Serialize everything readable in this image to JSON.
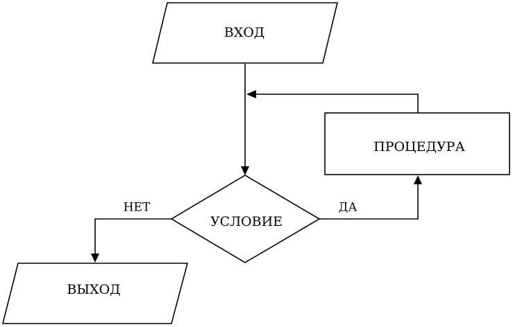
{
  "diagram": {
    "type": "flowchart",
    "nodes": {
      "input": {
        "shape": "parallelogram",
        "label": "ВХОД"
      },
      "condition": {
        "shape": "diamond",
        "label": "УСЛОВИЕ"
      },
      "procedure": {
        "shape": "rectangle",
        "label": "ПРОЦЕДУРА"
      },
      "output": {
        "shape": "parallelogram",
        "label": "ВЫХОД"
      }
    },
    "edges": {
      "input_to_condition": {
        "from": "input",
        "to": "condition",
        "label": ""
      },
      "condition_yes": {
        "from": "condition",
        "to": "procedure",
        "label": "ДА"
      },
      "condition_no": {
        "from": "condition",
        "to": "output",
        "label": "НЕТ"
      },
      "procedure_loop": {
        "from": "procedure",
        "to": "input_to_condition",
        "label": ""
      }
    },
    "colors": {
      "stroke": "#000000",
      "fill": "#ffffff",
      "background": "#ffffff"
    }
  }
}
